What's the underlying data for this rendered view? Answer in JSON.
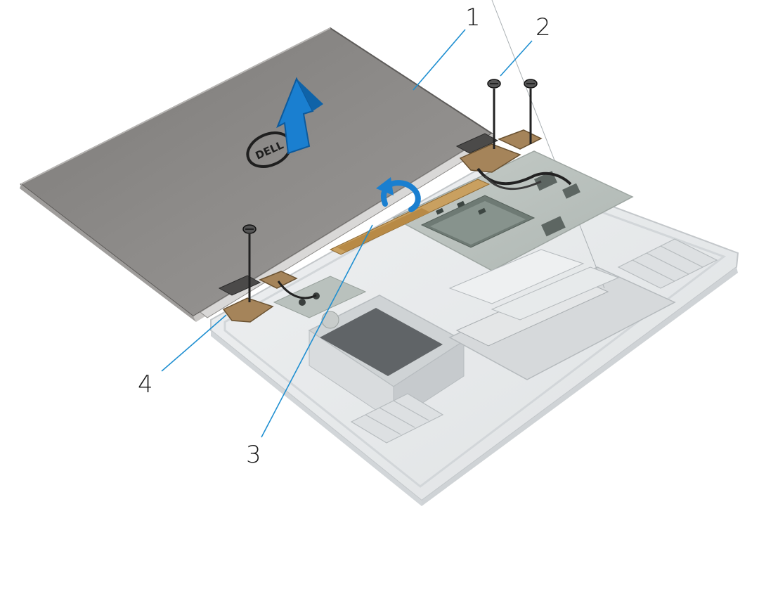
{
  "figure": {
    "description_free": true,
    "logo_text": "DELL",
    "callouts": [
      {
        "id": "1",
        "label": "1"
      },
      {
        "id": "2",
        "label": "2"
      },
      {
        "id": "3",
        "label": "3"
      },
      {
        "id": "4",
        "label": "4"
      }
    ],
    "colors": {
      "display_panel": "#8a8886",
      "display_panel_dark": "#6e6c6a",
      "base_ghost": "#e9ebec",
      "leader_line": "#1f8fd1",
      "arrow_blue": "#1a7fd0",
      "callout_text": "#1a1a1a"
    }
  }
}
